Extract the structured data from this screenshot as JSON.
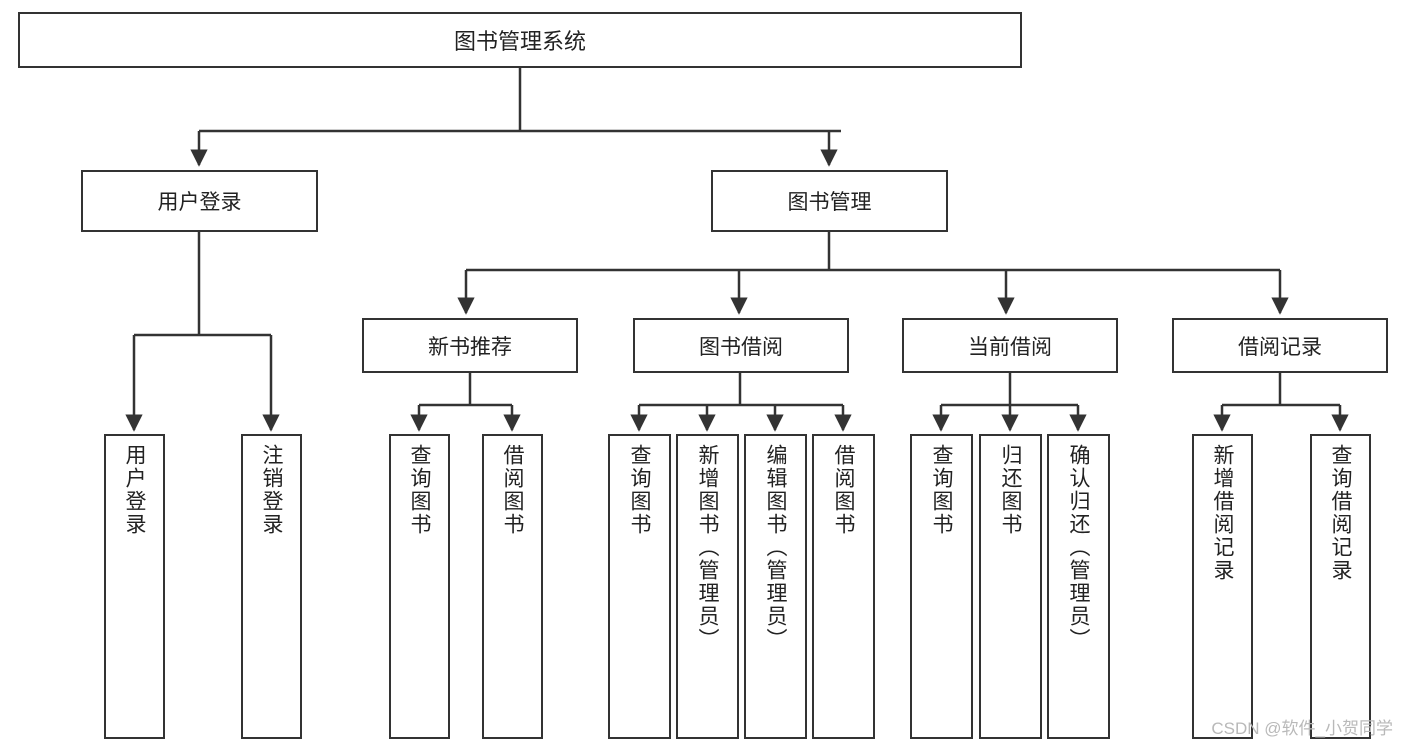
{
  "diagram": {
    "title": "图书管理系统",
    "type": "tree-hierarchy",
    "root": {
      "label": "图书管理系统"
    },
    "level2": [
      {
        "label": "用户登录"
      },
      {
        "label": "图书管理"
      }
    ],
    "level3": [
      {
        "label": "新书推荐"
      },
      {
        "label": "图书借阅"
      },
      {
        "label": "当前借阅"
      },
      {
        "label": "借阅记录"
      }
    ],
    "leaves": {
      "user_login": [
        {
          "label": "用户登录"
        },
        {
          "label": "注销登录"
        }
      ],
      "new_book_recommend": [
        {
          "label": "查询图书"
        },
        {
          "label": "借阅图书"
        }
      ],
      "book_borrow": [
        {
          "label": "查询图书"
        },
        {
          "label": "新增图书（管理员）"
        },
        {
          "label": "编辑图书（管理员）"
        },
        {
          "label": "借阅图书"
        }
      ],
      "current_borrow": [
        {
          "label": "查询图书"
        },
        {
          "label": "归还图书"
        },
        {
          "label": "确认归还（管理员）"
        }
      ],
      "borrow_record": [
        {
          "label": "新增借阅记录"
        },
        {
          "label": "查询借阅记录"
        }
      ]
    }
  },
  "watermark": {
    "text": "CSDN @软件_小贺同学"
  },
  "colors": {
    "stroke": "#333333",
    "text": "#222222",
    "background": "#ffffff",
    "watermark": "#b9b9b9"
  }
}
